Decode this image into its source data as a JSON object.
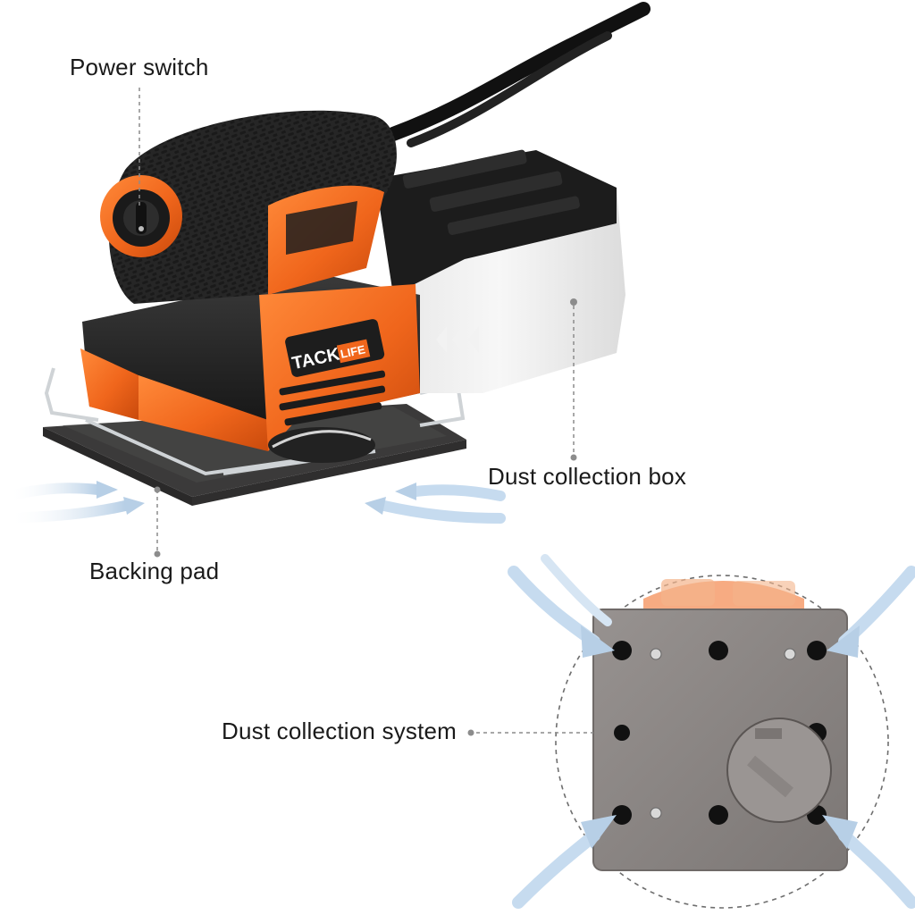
{
  "callouts": {
    "power_switch": "Power switch",
    "dust_collection_box": "Dust collection box",
    "backing_pad": "Backing pad",
    "dust_collection_system": "Dust collection system"
  },
  "brand": {
    "logo_text_left": "TACK",
    "logo_text_right": "LIFE"
  },
  "colors": {
    "body_orange": "#f0661c",
    "body_black": "#1e1e1e",
    "pad_grey": "#8a8583",
    "airflow_arrow": "#c9dced",
    "leader_line": "#8c8c8c"
  }
}
